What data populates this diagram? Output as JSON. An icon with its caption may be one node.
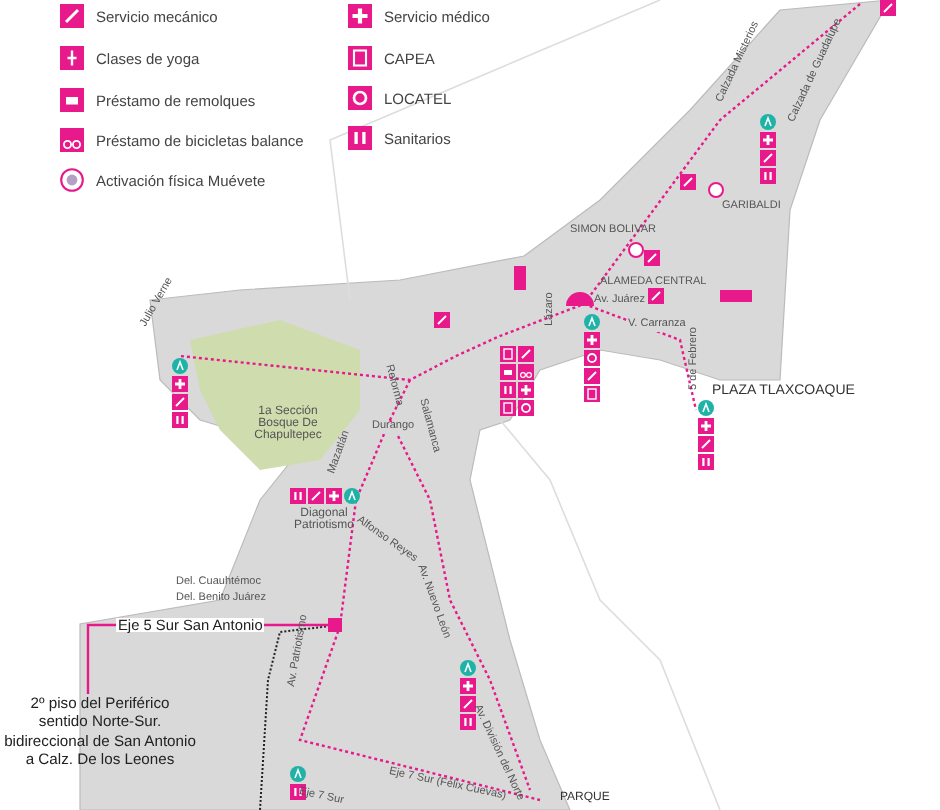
{
  "diagram": {
    "nodes": [
      {
        "text": [
          "2º piso del Periférico sentido Norte-Sur. bidireccional de San Antonio a Calz. De los Leones"
        ]
      },
      {
        "text": [],
        "shape": "box"
      }
    ],
    "edges": [
      {
        "from": 0,
        "to": 1,
        "arrow": "none",
        "label": "Eje 5 Sur San Antonio"
      }
    ],
    "labels": [
      "Calzada Misterios",
      "Calzada de Guadalupe",
      "GARIBALDI",
      "SIMON BOLIVAR",
      "ALAMEDA CENTRAL",
      "Av. Juárez",
      "V. Carranza",
      "Lázaro",
      "5 de Febrero",
      "PLAZA TLAXCOAQUE",
      "Julio Verne",
      "1a Sección Bosque De Chapultepec",
      "Reforma",
      "Durango",
      "Salamanca",
      "Mazatlán",
      "Diagonal Patriotismo",
      "Alfonso Reyes",
      "Av. Nuevo León",
      "Del. Cuauhtémoc",
      "Del. Benito Juárez",
      "Av. Patriotismo",
      "Eje 7 Sur (Félix Cuevas)",
      "Eje 7 Sur",
      "Av. División del Norte",
      "PARQUE"
    ],
    "legend": [
      {
        "text": "Servicio mecánico"
      },
      {
        "text": "Clases de yoga"
      },
      {
        "text": "Préstamo de remolques"
      },
      {
        "text": "Préstamo de bicicletas balance"
      },
      {
        "text": "Activación física Muévete"
      },
      {
        "text": "Servicio médico"
      },
      {
        "text": "CAPEA"
      },
      {
        "text": "LOCATEL"
      },
      {
        "text": "Sanitarios"
      }
    ]
  }
}
